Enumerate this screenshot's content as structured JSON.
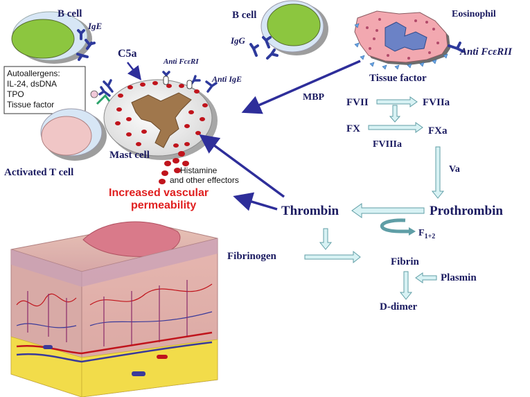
{
  "labels": {
    "b_cell_left": "B cell",
    "ige": "IgE",
    "b_cell_mid": "B cell",
    "igg": "IgG",
    "eosinophil": "Eosinophil",
    "anti_fceriI_right": "Anti FcεRII",
    "c5a": "C5a",
    "anti_fceri_mast": "Anti FcεRI",
    "anti_ige": "Anti IgE",
    "mast_cell": "Mast cell",
    "activated_t_cell": "Activated T cell",
    "tissue_factor": "Tissue factor",
    "mbp": "MBP",
    "histamine_line1": "Histamine",
    "histamine_line2": "and other effectors",
    "vascular_line1": "Increased vascular",
    "vascular_line2": "permeability"
  },
  "autoallergens_box": [
    "Autoallergens:",
    "IL-24, dsDNA",
    "TPO",
    "Tissue factor"
  ],
  "coagulation": {
    "fvii": "FVII",
    "fviia": "FVIIa",
    "fx": "FX",
    "fxa": "FXa",
    "fviiia": "FVIIIa",
    "va": "Va",
    "prothrombin": "Prothrombin",
    "thrombin": "Thrombin",
    "f12_base": "F",
    "f12_sub": "1+2",
    "fibrinogen": "Fibrinogen",
    "fibrin": "Fibrin",
    "plasmin": "Plasmin",
    "ddimer": "D-dimer"
  },
  "colors": {
    "arrow_blue": "#2e2e9a",
    "flow_fill": "#d8f2f4",
    "flow_stroke": "#5f9ea6",
    "red_text": "#e02020",
    "granule_red": "#c0141c",
    "nucleus_green": "#8cc63f",
    "antibody_blue": "#2e3a9c",
    "eosinophil_pink": "#f2a8b0"
  }
}
